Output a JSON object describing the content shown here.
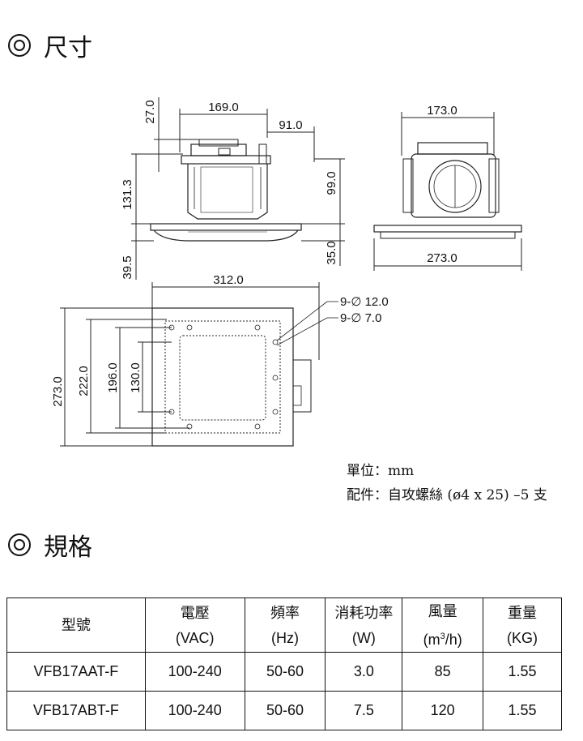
{
  "sections": {
    "dimensions_title": "尺寸",
    "specs_title": "規格"
  },
  "drawing": {
    "dims": {
      "d27": "27.0",
      "d169": "169.0",
      "d91": "91.0",
      "d131": "131.3",
      "d99": "99.0",
      "d395": "39.5",
      "d35": "35.0",
      "d173": "173.0",
      "d273w": "273.0",
      "d312": "312.0",
      "d273h": "273.0",
      "d222": "222.0",
      "d196": "196.0",
      "d130": "130.0",
      "hole1": "9-∅ 12.0",
      "hole2": "9-∅ 7.0"
    }
  },
  "notes": {
    "unit": "單位：mm",
    "accessory": "配件：自攻螺絲 (ø4 x 25) –5 支"
  },
  "table": {
    "headers": [
      {
        "line1": "型號",
        "line2": ""
      },
      {
        "line1": "電壓",
        "line2": "(VAC)"
      },
      {
        "line1": "頻率",
        "line2": "(Hz)"
      },
      {
        "line1": "消耗功率",
        "line2": "(W)"
      },
      {
        "line1": "風量",
        "line2_pre": "(m",
        "line2_sup": "3",
        "line2_post": "/h)"
      },
      {
        "line1": "重量",
        "line2": "(KG)"
      }
    ],
    "rows": [
      [
        "VFB17AAT-F",
        "100-240",
        "50-60",
        "3.0",
        "85",
        "1.55"
      ],
      [
        "VFB17ABT-F",
        "100-240",
        "50-60",
        "7.5",
        "120",
        "1.55"
      ]
    ]
  }
}
